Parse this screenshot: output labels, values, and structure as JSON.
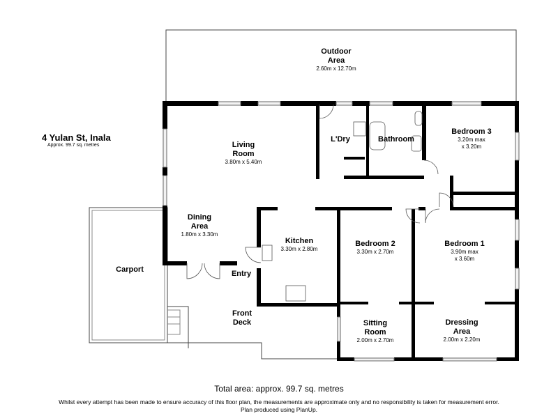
{
  "header": {
    "address": "4 Yulan St, Inala",
    "approx_area": "Approx.  99.7 sq. metres"
  },
  "rooms": [
    {
      "name": "Outdoor\nArea",
      "dims": "2.60m x 12.70m"
    },
    {
      "name": "Living\nRoom",
      "dims": "3.80m x 5.40m"
    },
    {
      "name": "L'Dry",
      "dims": ""
    },
    {
      "name": "Bathroom",
      "dims": ""
    },
    {
      "name": "Bedroom 3",
      "dims": "3.20m max\nx 3.20m"
    },
    {
      "name": "Dining\nArea",
      "dims": "1.80m x 3.30m"
    },
    {
      "name": "Kitchen",
      "dims": "3.30m x 2.80m"
    },
    {
      "name": "Bedroom 2",
      "dims": "3.30m x 2.70m"
    },
    {
      "name": "Bedroom 1",
      "dims": "3.90m max\nx 3.60m"
    },
    {
      "name": "Carport",
      "dims": ""
    },
    {
      "name": "Entry",
      "dims": ""
    },
    {
      "name": "Front\nDeck",
      "dims": ""
    },
    {
      "name": "Sitting\nRoom",
      "dims": "2.00m x 2.70m"
    },
    {
      "name": "Dressing\nArea",
      "dims": "2.00m x 2.20m"
    }
  ],
  "footer": {
    "total": "Total area: approx.  99.7 sq. metres",
    "disclaimer": "Whilst every attempt has been made to ensure accuracy of this floor plan, the measurements are approximate only and no responsibility is taken for measurement error.",
    "credit": "Plan produced using PlanUp."
  }
}
